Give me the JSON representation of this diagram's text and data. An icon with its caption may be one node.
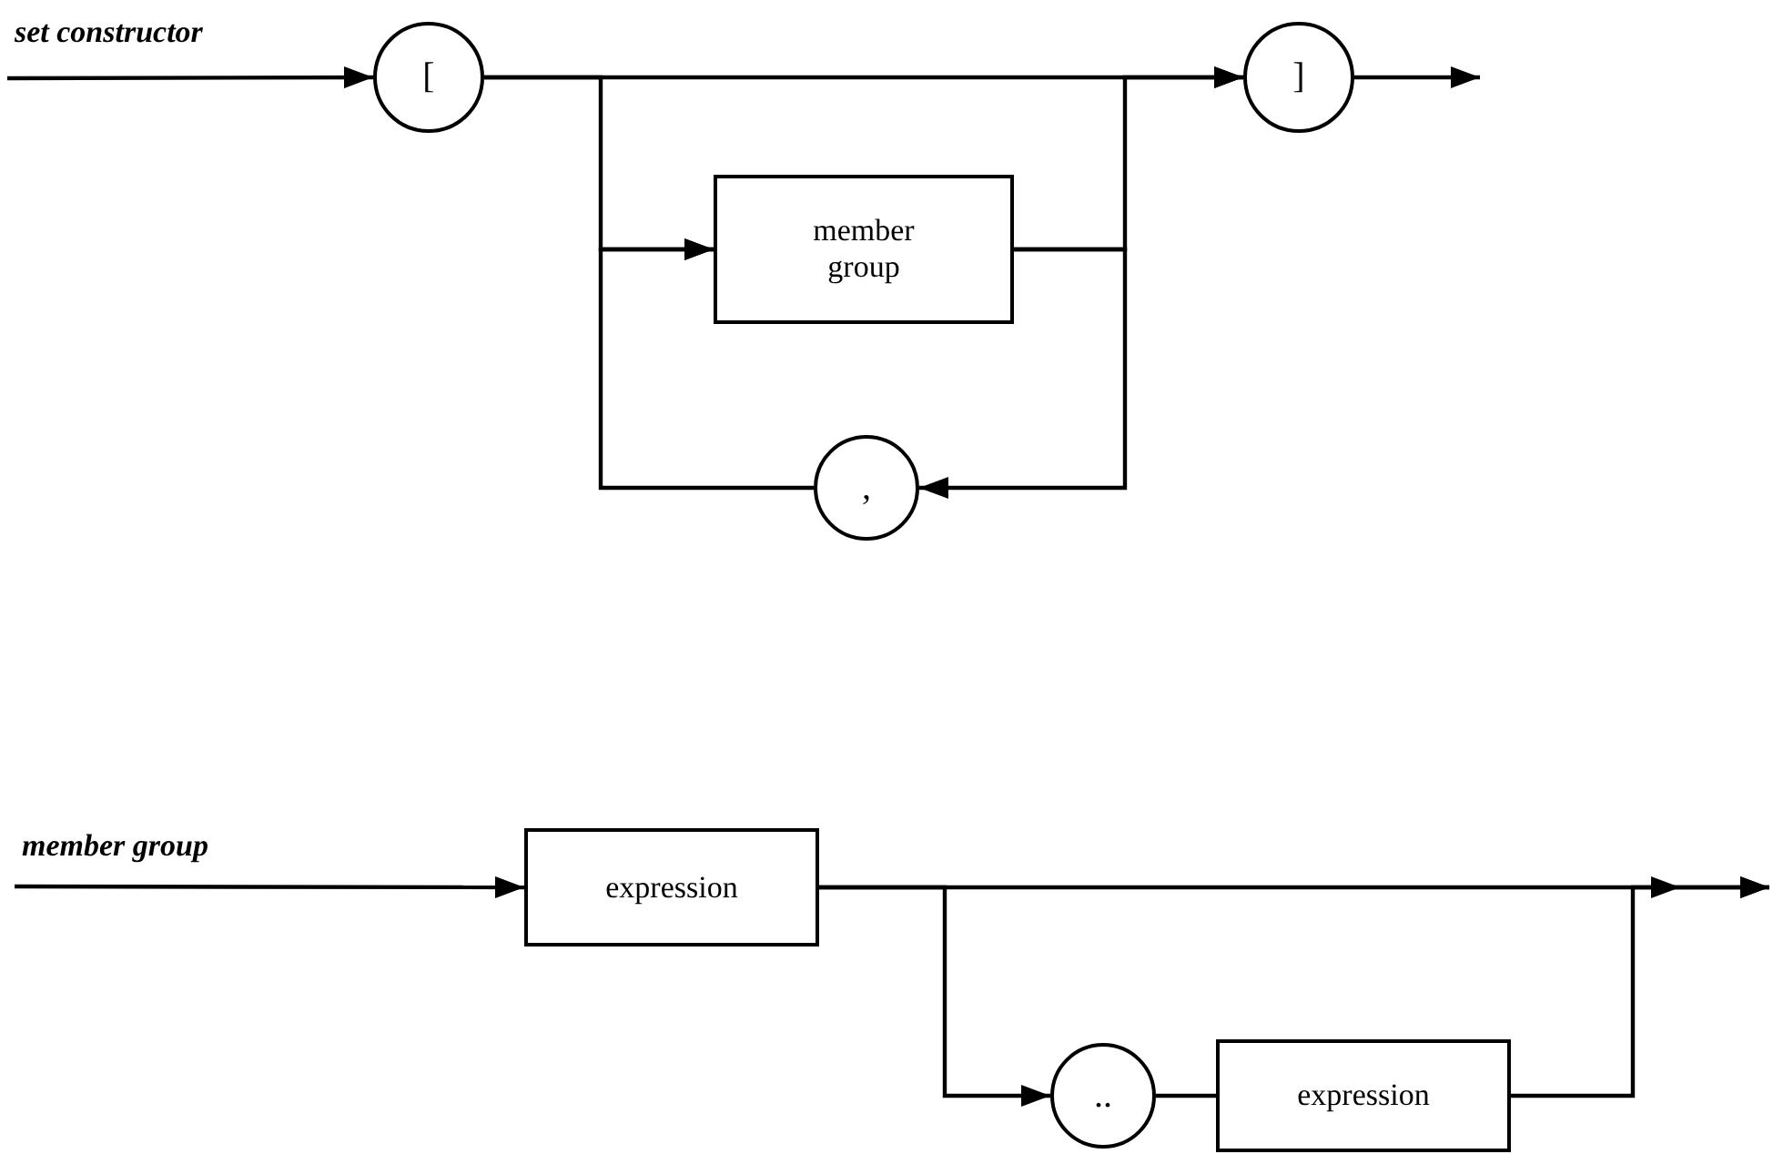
{
  "diagram": {
    "nodes": [
      {
        "text": [
          "set constructor"
        ]
      },
      {
        "text": [
          "["
        ]
      },
      {
        "text": [
          "member group"
        ]
      },
      {
        "text": [
          "]"
        ]
      },
      {
        "text": [
          ","
        ]
      },
      {
        "text": [
          "member group"
        ]
      },
      {
        "text": [
          "expression"
        ]
      },
      {
        "text": [
          ".."
        ]
      },
      {
        "text": [
          "expression"
        ]
      }
    ],
    "edges": [
      {
        "from": 0,
        "to": 1,
        "arrow": "to"
      },
      {
        "from": 1,
        "to": 3,
        "arrow": "to"
      },
      {
        "from": 1,
        "to": 2,
        "arrow": "to"
      },
      {
        "from": 2,
        "to": 3,
        "arrow": "to"
      },
      {
        "from": 2,
        "to": 4,
        "arrow": "to"
      },
      {
        "from": 4,
        "to": 2,
        "arrow": "to"
      },
      {
        "from": 3,
        "to": null,
        "arrow": "to"
      },
      {
        "from": 5,
        "to": 6,
        "arrow": "to"
      },
      {
        "from": 6,
        "to": null,
        "arrow": "to"
      },
      {
        "from": 6,
        "to": 7,
        "arrow": "to"
      },
      {
        "from": 7,
        "to": 8,
        "arrow": "none"
      },
      {
        "from": 8,
        "to": null,
        "arrow": "to"
      }
    ]
  }
}
